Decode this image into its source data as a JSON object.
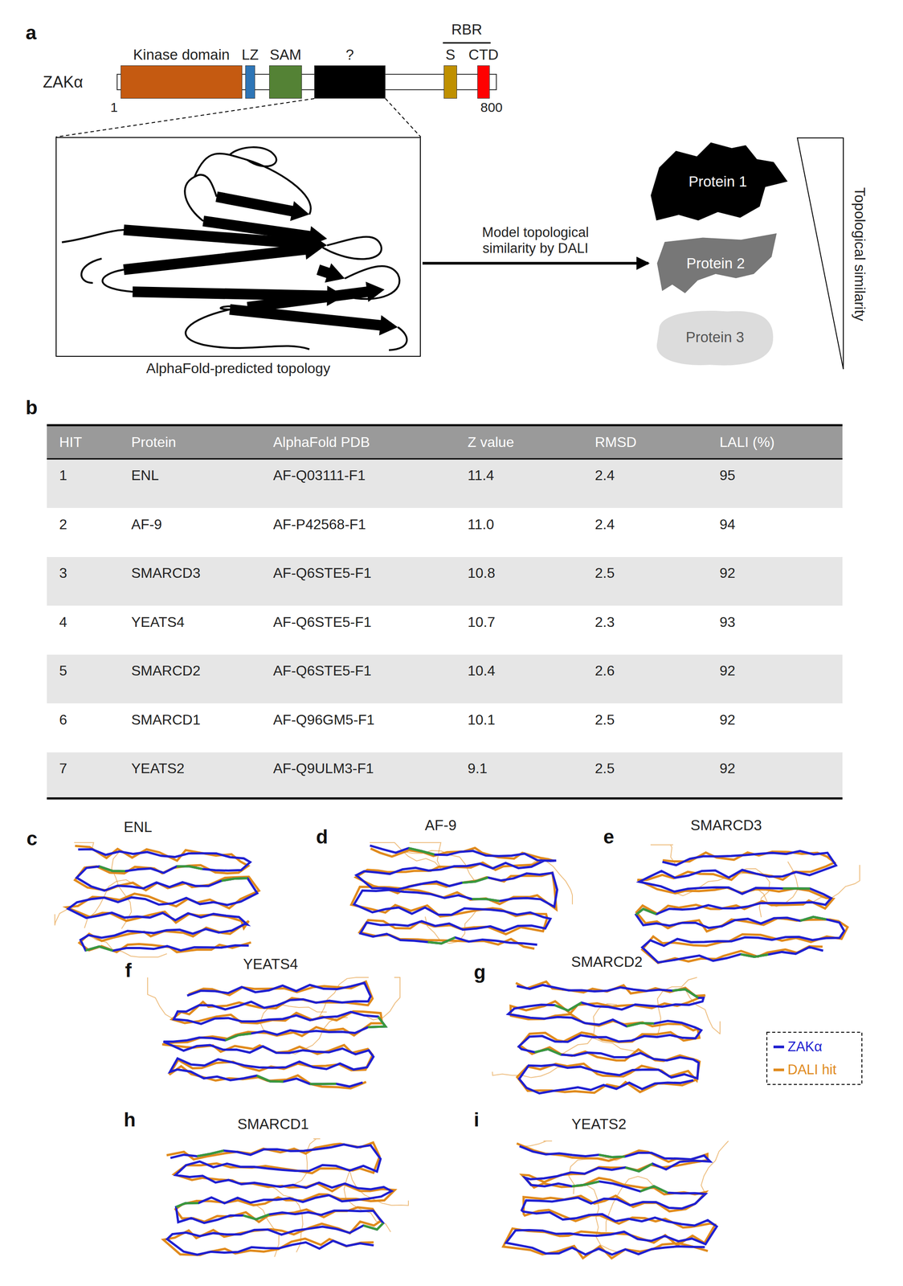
{
  "diagram": {
    "nodes": [
      {
        "text": [
          "Kinase domain"
        ]
      },
      {
        "text": [
          "LZ"
        ]
      },
      {
        "text": [
          "SAM"
        ]
      },
      {
        "text": [
          "?"
        ]
      },
      {
        "text": [
          "S"
        ]
      },
      {
        "text": [
          "CTD"
        ]
      },
      {
        "text": [
          "AlphaFold-predicted topology"
        ]
      },
      {
        "text": [
          "Protein 1"
        ]
      },
      {
        "text": [
          "Protein 2"
        ]
      },
      {
        "text": [
          "Protein 3"
        ]
      }
    ],
    "edges": [
      {
        "from": 6,
        "to": 8,
        "arrow": "to",
        "label": "Model topological similarity by DALI"
      }
    ],
    "labels": [
      "a",
      "RBR",
      "ZAKα",
      "1",
      "800",
      "Topological similarity",
      "b",
      "HIT",
      "Protein",
      "AlphaFold PDB",
      "Z value",
      "RMSD",
      "LALI (%)",
      "1",
      "ENL",
      "AF-Q03111-F1",
      "11.4",
      "2.4",
      "95",
      "2",
      "AF-9",
      "AF-P42568-F1",
      "11.0",
      "2.4",
      "94",
      "3",
      "SMARCD3",
      "AF-Q6STE5-F1",
      "10.8",
      "2.5",
      "92",
      "4",
      "YEATS4",
      "AF-Q6STE5-F1",
      "10.7",
      "2.3",
      "93",
      "5",
      "SMARCD2",
      "AF-Q6STE5-F1",
      "10.4",
      "2.6",
      "92",
      "6",
      "SMARCD1",
      "AF-Q96GM5-F1",
      "10.1",
      "2.5",
      "92",
      "7",
      "YEATS2",
      "AF-Q9ULM3-F1",
      "9.1",
      "2.5",
      "92",
      "c",
      "ENL",
      "d",
      "AF-9",
      "e",
      "SMARCD3",
      "f",
      "YEATS4",
      "g",
      "SMARCD2",
      "h",
      "SMARCD1",
      "i",
      "YEATS2"
    ],
    "legend": [
      {
        "text": "ZAKα",
        "color": "#1f1fd0"
      },
      {
        "text": "DALI hit",
        "color": "#e08a1c"
      }
    ]
  }
}
